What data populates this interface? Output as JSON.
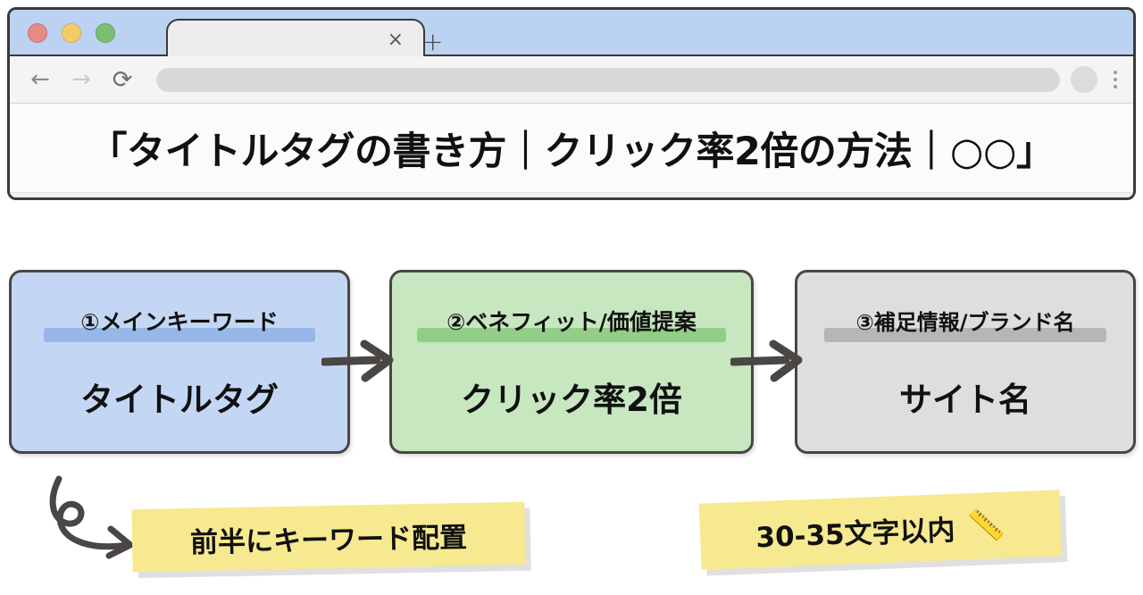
{
  "browser": {
    "window_controls": [
      "close-dot",
      "minimize-dot",
      "maximize-dot"
    ],
    "tab": {
      "close_label": "×"
    },
    "new_tab_label": "+",
    "toolbar": {
      "back_icon": "←",
      "forward_icon": "→",
      "reload_icon": "⟳",
      "url_value": "",
      "avatar": "profile-avatar",
      "menu_icon": "kebab-menu"
    },
    "page_title": "「タイトルタグの書き方｜クリック率2倍の方法｜○○」"
  },
  "flow": {
    "cards": [
      {
        "id": "main-keyword",
        "label": "①メインキーワード",
        "value": "タイトルタグ",
        "bg_color": "#c3d7f5",
        "highlight_color": "#96b7e8"
      },
      {
        "id": "benefit",
        "label": "②ベネフィット/価値提案",
        "value": "クリック率2倍",
        "bg_color": "#c6e7bf",
        "highlight_color": "#93ce88"
      },
      {
        "id": "brand",
        "label": "③補足情報/ブランド名",
        "value": "サイト名",
        "bg_color": "#dedede",
        "highlight_color": "#b6b6b6"
      }
    ],
    "arrow_color": "#4a4644"
  },
  "notes": [
    {
      "id": "keyword-placement",
      "text": "前半にキーワード配置",
      "icon": "",
      "bg_color": "#f7e98f"
    },
    {
      "id": "char-limit",
      "text": "30-35文字以内",
      "icon": "📏",
      "bg_color": "#f7e98f"
    }
  ]
}
